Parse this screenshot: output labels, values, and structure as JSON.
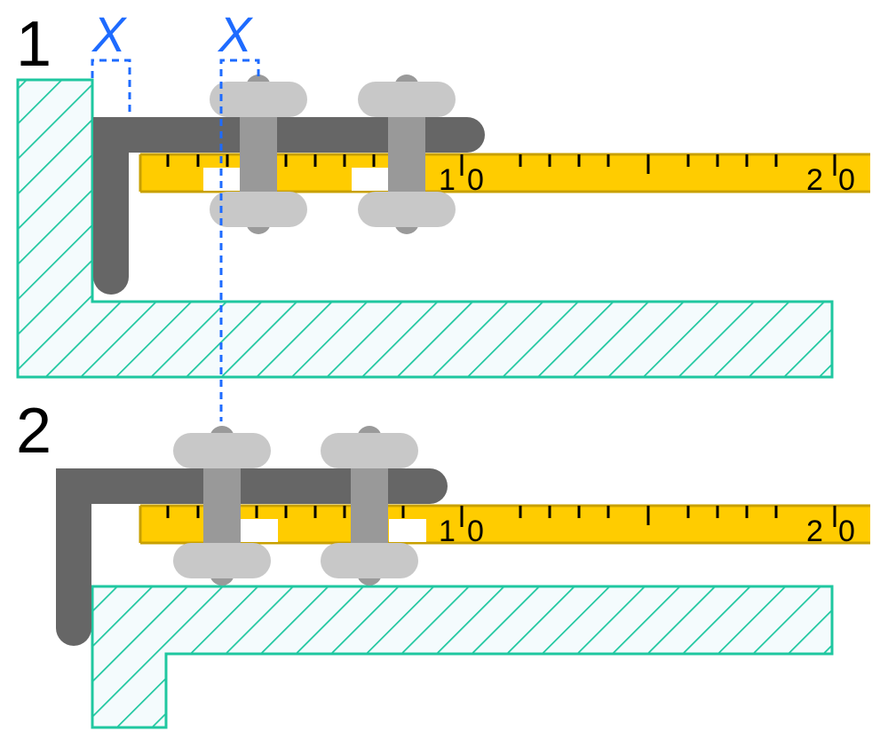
{
  "panels": [
    {
      "number": "1",
      "scale_labels": [
        "1",
        "0",
        "2",
        "0"
      ]
    },
    {
      "number": "2",
      "scale_labels": [
        "1",
        "0",
        "2",
        "0"
      ]
    }
  ],
  "offset_label": "X",
  "colors": {
    "hatch": "#1fc7a0",
    "bar": "#666666",
    "tape": "#ffcc00",
    "tape_border": "#c8a000",
    "clip_pad": "#c8c8c8",
    "clip_post": "#999999",
    "clip_nub": "#9a9a9a",
    "dimension": "#1e6bff",
    "digits": "#000000"
  }
}
